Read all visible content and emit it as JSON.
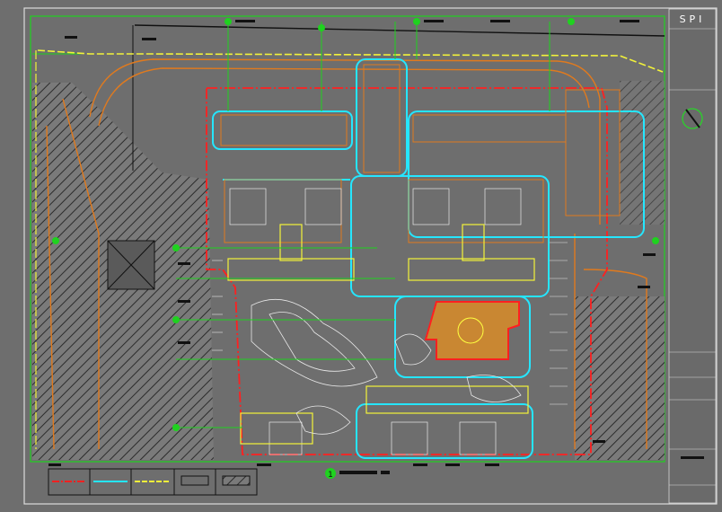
{
  "sheet": {
    "title_block_logo": "SPI",
    "drawing_title": "1",
    "legend_items": [
      {
        "name": "redline",
        "color": "#ff2020"
      },
      {
        "name": "cyanline",
        "color": "#20e0ff"
      },
      {
        "name": "yellowline",
        "color": "#ffff40"
      },
      {
        "name": "hatch-box",
        "color": "#ffffff"
      },
      {
        "name": "hatch-diag",
        "color": "#ffffff"
      }
    ]
  },
  "colors": {
    "background": "#6e6e6e",
    "frame_green": "#1fd21f",
    "orange": "#e07a1e",
    "red": "#ff2020",
    "cyan": "#25e6ff",
    "yellow": "#f2f23a",
    "white": "#e8e8e8",
    "hatch": "#3c3c3c"
  }
}
